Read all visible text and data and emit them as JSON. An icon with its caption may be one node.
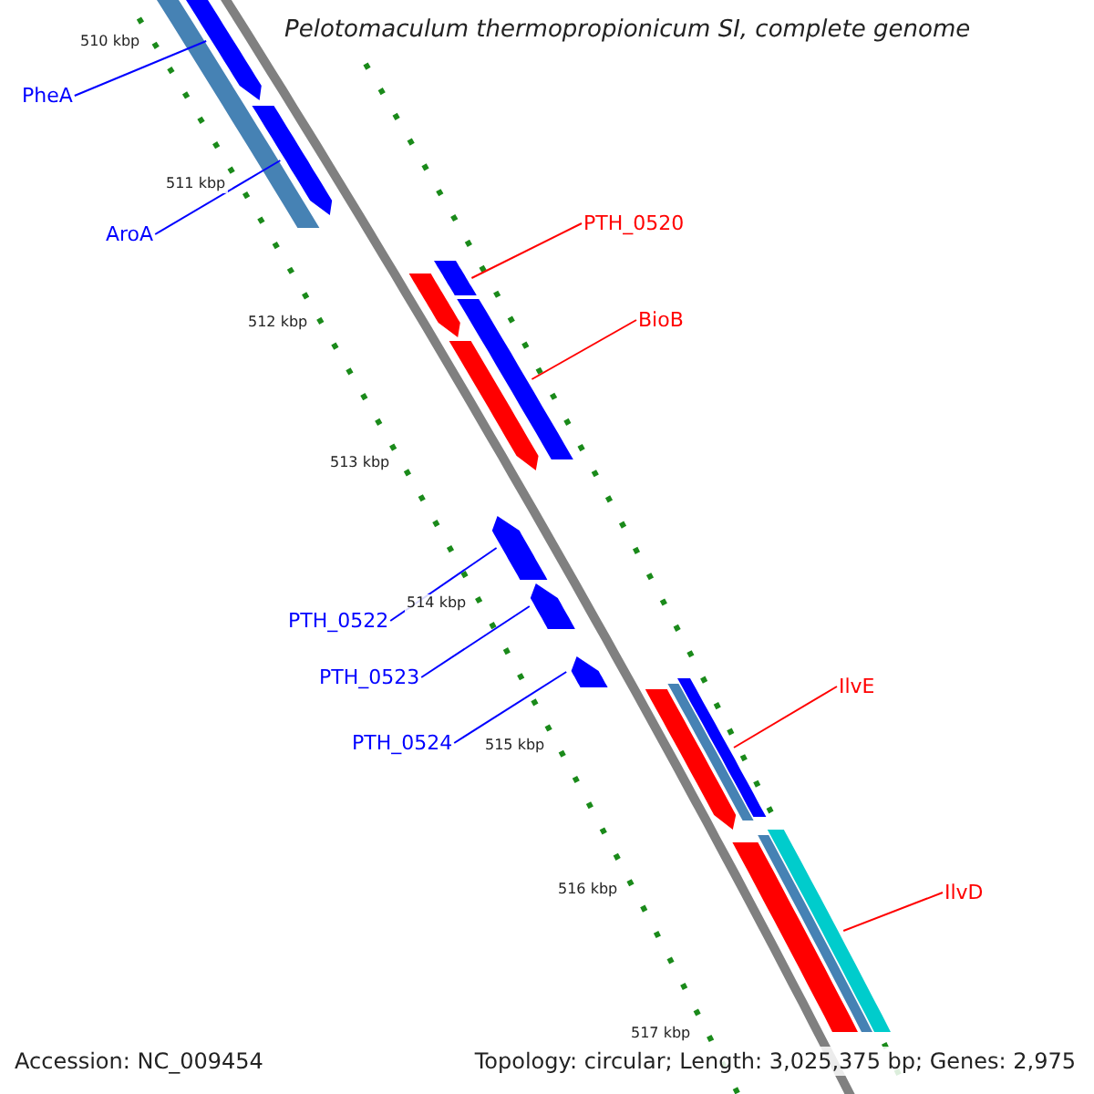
{
  "diagram": {
    "title": "Pelotomaculum thermopropionicum SI, complete genome",
    "nodes": [
      {
        "text": [
          "PheA"
        ]
      },
      {
        "text": [],
        "shape": "arrow"
      },
      {
        "text": [
          "AroA"
        ]
      },
      {
        "text": [],
        "shape": "arrow"
      },
      {
        "text": [
          "PTH_0520"
        ]
      },
      {
        "text": [],
        "shape": "bar"
      },
      {
        "text": [
          "BioB"
        ]
      },
      {
        "text": [],
        "shape": "bar"
      },
      {
        "text": [
          "PTH_0522"
        ]
      },
      {
        "text": [],
        "shape": "arrow"
      },
      {
        "text": [
          "PTH_0523"
        ]
      },
      {
        "text": [],
        "shape": "arrow"
      },
      {
        "text": [
          "PTH_0524"
        ]
      },
      {
        "text": [],
        "shape": "arrow"
      },
      {
        "text": [
          "IlvE"
        ]
      },
      {
        "text": [],
        "shape": "bar"
      },
      {
        "text": [
          "IlvD"
        ]
      },
      {
        "text": [],
        "shape": "bar"
      },
      {
        "text": [],
        "shape": "bar"
      },
      {
        "text": [],
        "shape": "arrow"
      },
      {
        "text": [],
        "shape": "arrow"
      },
      {
        "text": [],
        "shape": "arrow"
      },
      {
        "text": [],
        "shape": "bar"
      },
      {
        "text": [],
        "shape": "bar"
      },
      {
        "text": [],
        "shape": "bar"
      }
    ],
    "edges": [
      {
        "from": 0,
        "to": 1,
        "arrow": "none"
      },
      {
        "from": 2,
        "to": 3,
        "arrow": "none"
      },
      {
        "from": 4,
        "to": 5,
        "arrow": "none",
        "color": "#ff0000"
      },
      {
        "from": 6,
        "to": 7,
        "arrow": "none",
        "color": "#ff0000"
      },
      {
        "from": 8,
        "to": 9,
        "arrow": "none"
      },
      {
        "from": 10,
        "to": 11,
        "arrow": "none"
      },
      {
        "from": 12,
        "to": 13,
        "arrow": "none"
      },
      {
        "from": 14,
        "to": 15,
        "arrow": "none",
        "color": "#ff0000"
      },
      {
        "from": 16,
        "to": 17,
        "arrow": "none",
        "color": "#ff0000"
      }
    ],
    "labels": [
      "510 kbp",
      "511 kbp",
      "512 kbp",
      "513 kbp",
      "514 kbp",
      "515 kbp",
      "516 kbp",
      "517 kbp",
      "Accession: NC_009454",
      "Topology: circular; Length: 3,025,375 bp; Genes: 2,975"
    ]
  }
}
